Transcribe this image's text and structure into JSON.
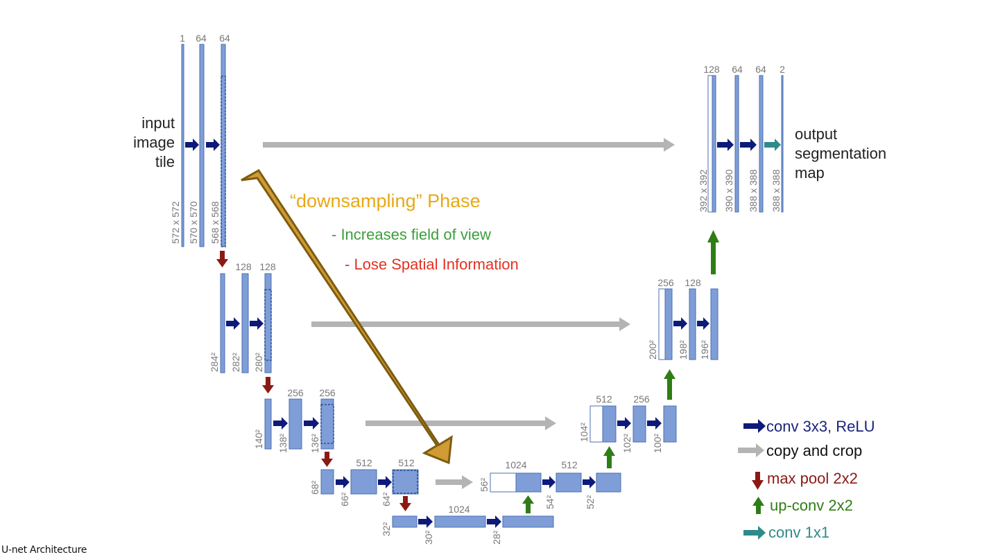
{
  "colors": {
    "block_fill": "#7f9ed8",
    "block_stroke": "#4a6fb0",
    "conv_arrow": "#0d1a7a",
    "copy_arrow": "#b4b4b4",
    "pool_arrow": "#8b1a14",
    "upconv_arrow": "#2f7d16",
    "conv1x1_arrow": "#2f8a8a",
    "label_gray": "#777777",
    "annotation_orange": "#e8a817",
    "annotation_green": "#3c9e3c",
    "annotation_red": "#e23222",
    "big_arrow_fill": "#d09a34",
    "big_arrow_stroke": "#7d5c10"
  },
  "input_label": [
    "input",
    "image",
    "tile"
  ],
  "output_label": [
    "output",
    "segmentation",
    "map"
  ],
  "annotation": {
    "title": "“downsampling” Phase",
    "line1": "- Increases field of view",
    "line2": "- Lose Spatial Information"
  },
  "channel_labels": [
    "1",
    "64",
    "64",
    "128",
    "128",
    "256",
    "256",
    "512",
    "512",
    "1024",
    "1024",
    "512",
    "512",
    "256",
    "256",
    "128",
    "128",
    "64",
    "64",
    "2"
  ],
  "size_labels": [
    "572 x 572",
    "570 x 570",
    "568 x 568",
    "284²",
    "282²",
    "280²",
    "140²",
    "138²",
    "136²",
    "68²",
    "66²",
    "64²",
    "32²",
    "30²",
    "28²",
    "56²",
    "54²",
    "52²",
    "104²",
    "102²",
    "100²",
    "200²",
    "198²",
    "196²",
    "392 x 392",
    "390 x 390",
    "388 x 388",
    "388 x 388"
  ],
  "legend": [
    {
      "icon": "conv-arrow-icon",
      "label": "conv 3x3, ReLU",
      "color": "#1a237e"
    },
    {
      "icon": "copy-arrow-icon",
      "label": "copy and crop",
      "color": "#111111"
    },
    {
      "icon": "pool-arrow-icon",
      "label": "max pool 2x2",
      "color": "#8b1a14"
    },
    {
      "icon": "upconv-arrow-icon",
      "label": "up-conv 2x2",
      "color": "#2f7d16"
    },
    {
      "icon": "conv1x1-arrow-icon",
      "label": "conv 1x1",
      "color": "#2f8a8a"
    }
  ],
  "caption": "U-net Architecture"
}
